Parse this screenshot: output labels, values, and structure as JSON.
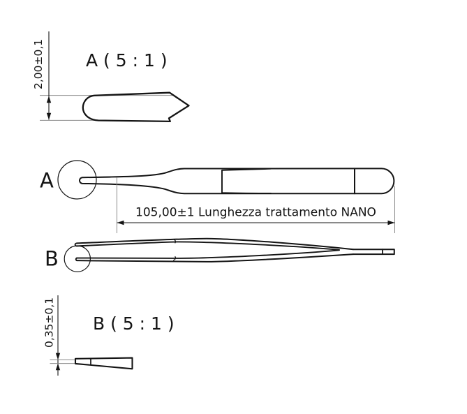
{
  "detail_a": {
    "title": "A ( 5 : 1 )",
    "dimension": "2,00±0,1"
  },
  "side_view": {
    "label": "A"
  },
  "length_dim": {
    "text": "105,00±1 Lunghezza trattamento NANO"
  },
  "top_view": {
    "label": "B"
  },
  "detail_b": {
    "title": "B ( 5 : 1 )",
    "dimension": "0,35±0,1"
  },
  "colors": {
    "line": "#141414",
    "thin_line": "#8a8a8a",
    "background": "#ffffff"
  }
}
